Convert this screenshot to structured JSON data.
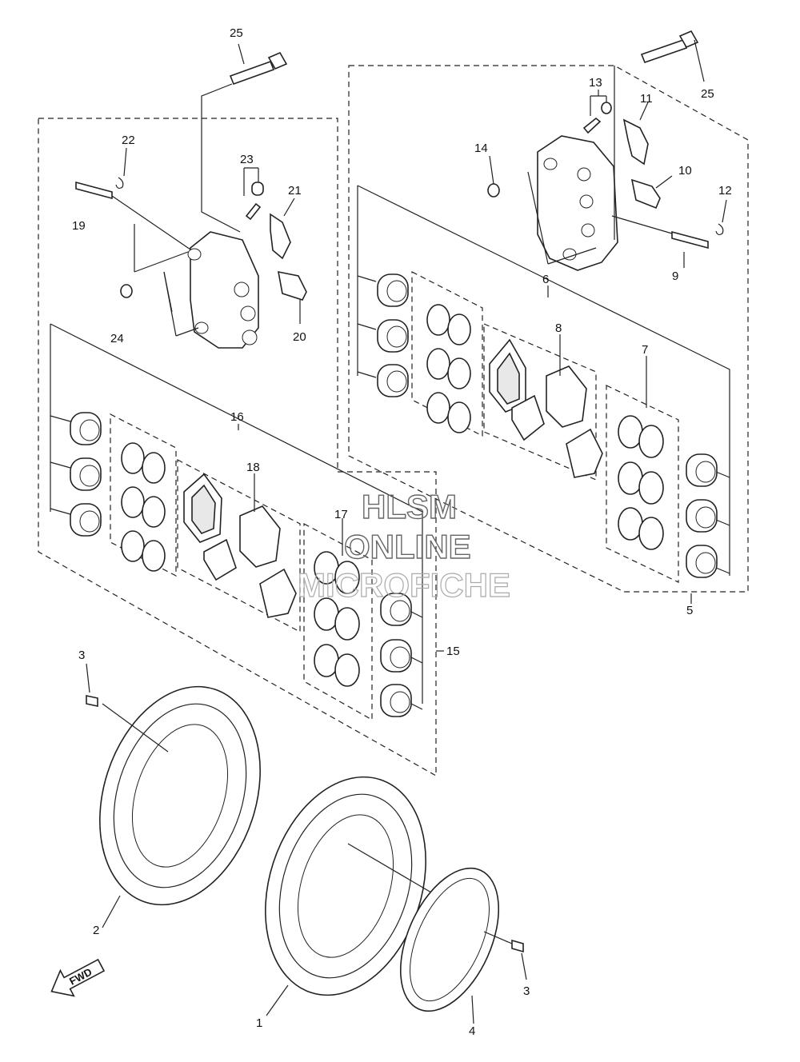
{
  "callouts": [
    "1",
    "2",
    "3",
    "4",
    "5",
    "6",
    "7",
    "8",
    "9",
    "10",
    "11",
    "12",
    "13",
    "14",
    "15",
    "16",
    "17",
    "18",
    "19",
    "20",
    "21",
    "22",
    "23",
    "24",
    "25"
  ],
  "watermark": {
    "line1": "HLSM",
    "line2": "ONLINE",
    "line3": "MICROFICHE"
  },
  "direction_arrow": {
    "label": "FWD",
    "icon": "fwd-arrow-icon"
  }
}
